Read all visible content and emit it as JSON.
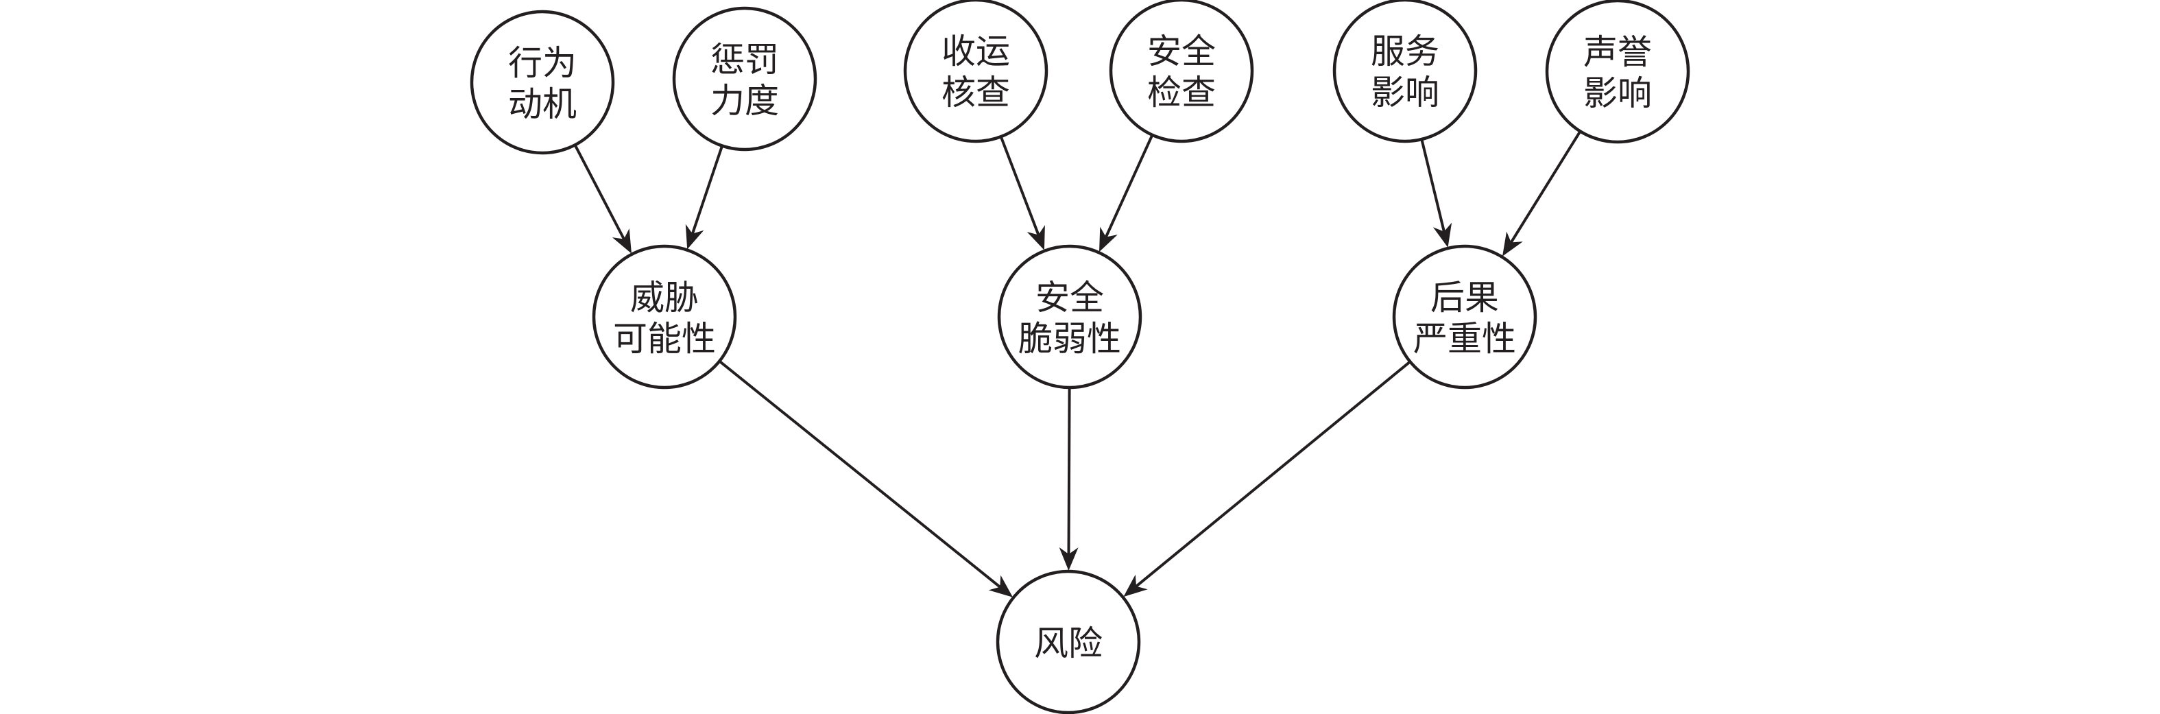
{
  "diagram": {
    "type": "directed-tree",
    "colors": {
      "stroke": "#231f20",
      "node_fill": "#ffffff",
      "background": "#ffffff"
    },
    "nodes": [
      {
        "id": "behavior-motive",
        "lines": [
          "行为",
          "动机"
        ]
      },
      {
        "id": "penalty-strength",
        "lines": [
          "惩罚",
          "力度"
        ]
      },
      {
        "id": "collection-check",
        "lines": [
          "收运",
          "核查"
        ]
      },
      {
        "id": "safety-inspection",
        "lines": [
          "安全",
          "检查"
        ]
      },
      {
        "id": "service-impact",
        "lines": [
          "服务",
          "影响"
        ]
      },
      {
        "id": "reputation-impact",
        "lines": [
          "声誉",
          "影响"
        ]
      },
      {
        "id": "threat-likelihood",
        "lines": [
          "威胁",
          "可能性"
        ]
      },
      {
        "id": "security-vulnerability",
        "lines": [
          "安全",
          "脆弱性"
        ]
      },
      {
        "id": "consequence-severity",
        "lines": [
          "后果",
          "严重性"
        ]
      },
      {
        "id": "risk",
        "lines": [
          "风险"
        ]
      }
    ],
    "edges": [
      {
        "from": "behavior-motive",
        "to": "threat-likelihood"
      },
      {
        "from": "penalty-strength",
        "to": "threat-likelihood"
      },
      {
        "from": "collection-check",
        "to": "security-vulnerability"
      },
      {
        "from": "safety-inspection",
        "to": "security-vulnerability"
      },
      {
        "from": "service-impact",
        "to": "consequence-severity"
      },
      {
        "from": "reputation-impact",
        "to": "consequence-severity"
      },
      {
        "from": "threat-likelihood",
        "to": "risk"
      },
      {
        "from": "security-vulnerability",
        "to": "risk"
      },
      {
        "from": "consequence-severity",
        "to": "risk"
      }
    ]
  }
}
